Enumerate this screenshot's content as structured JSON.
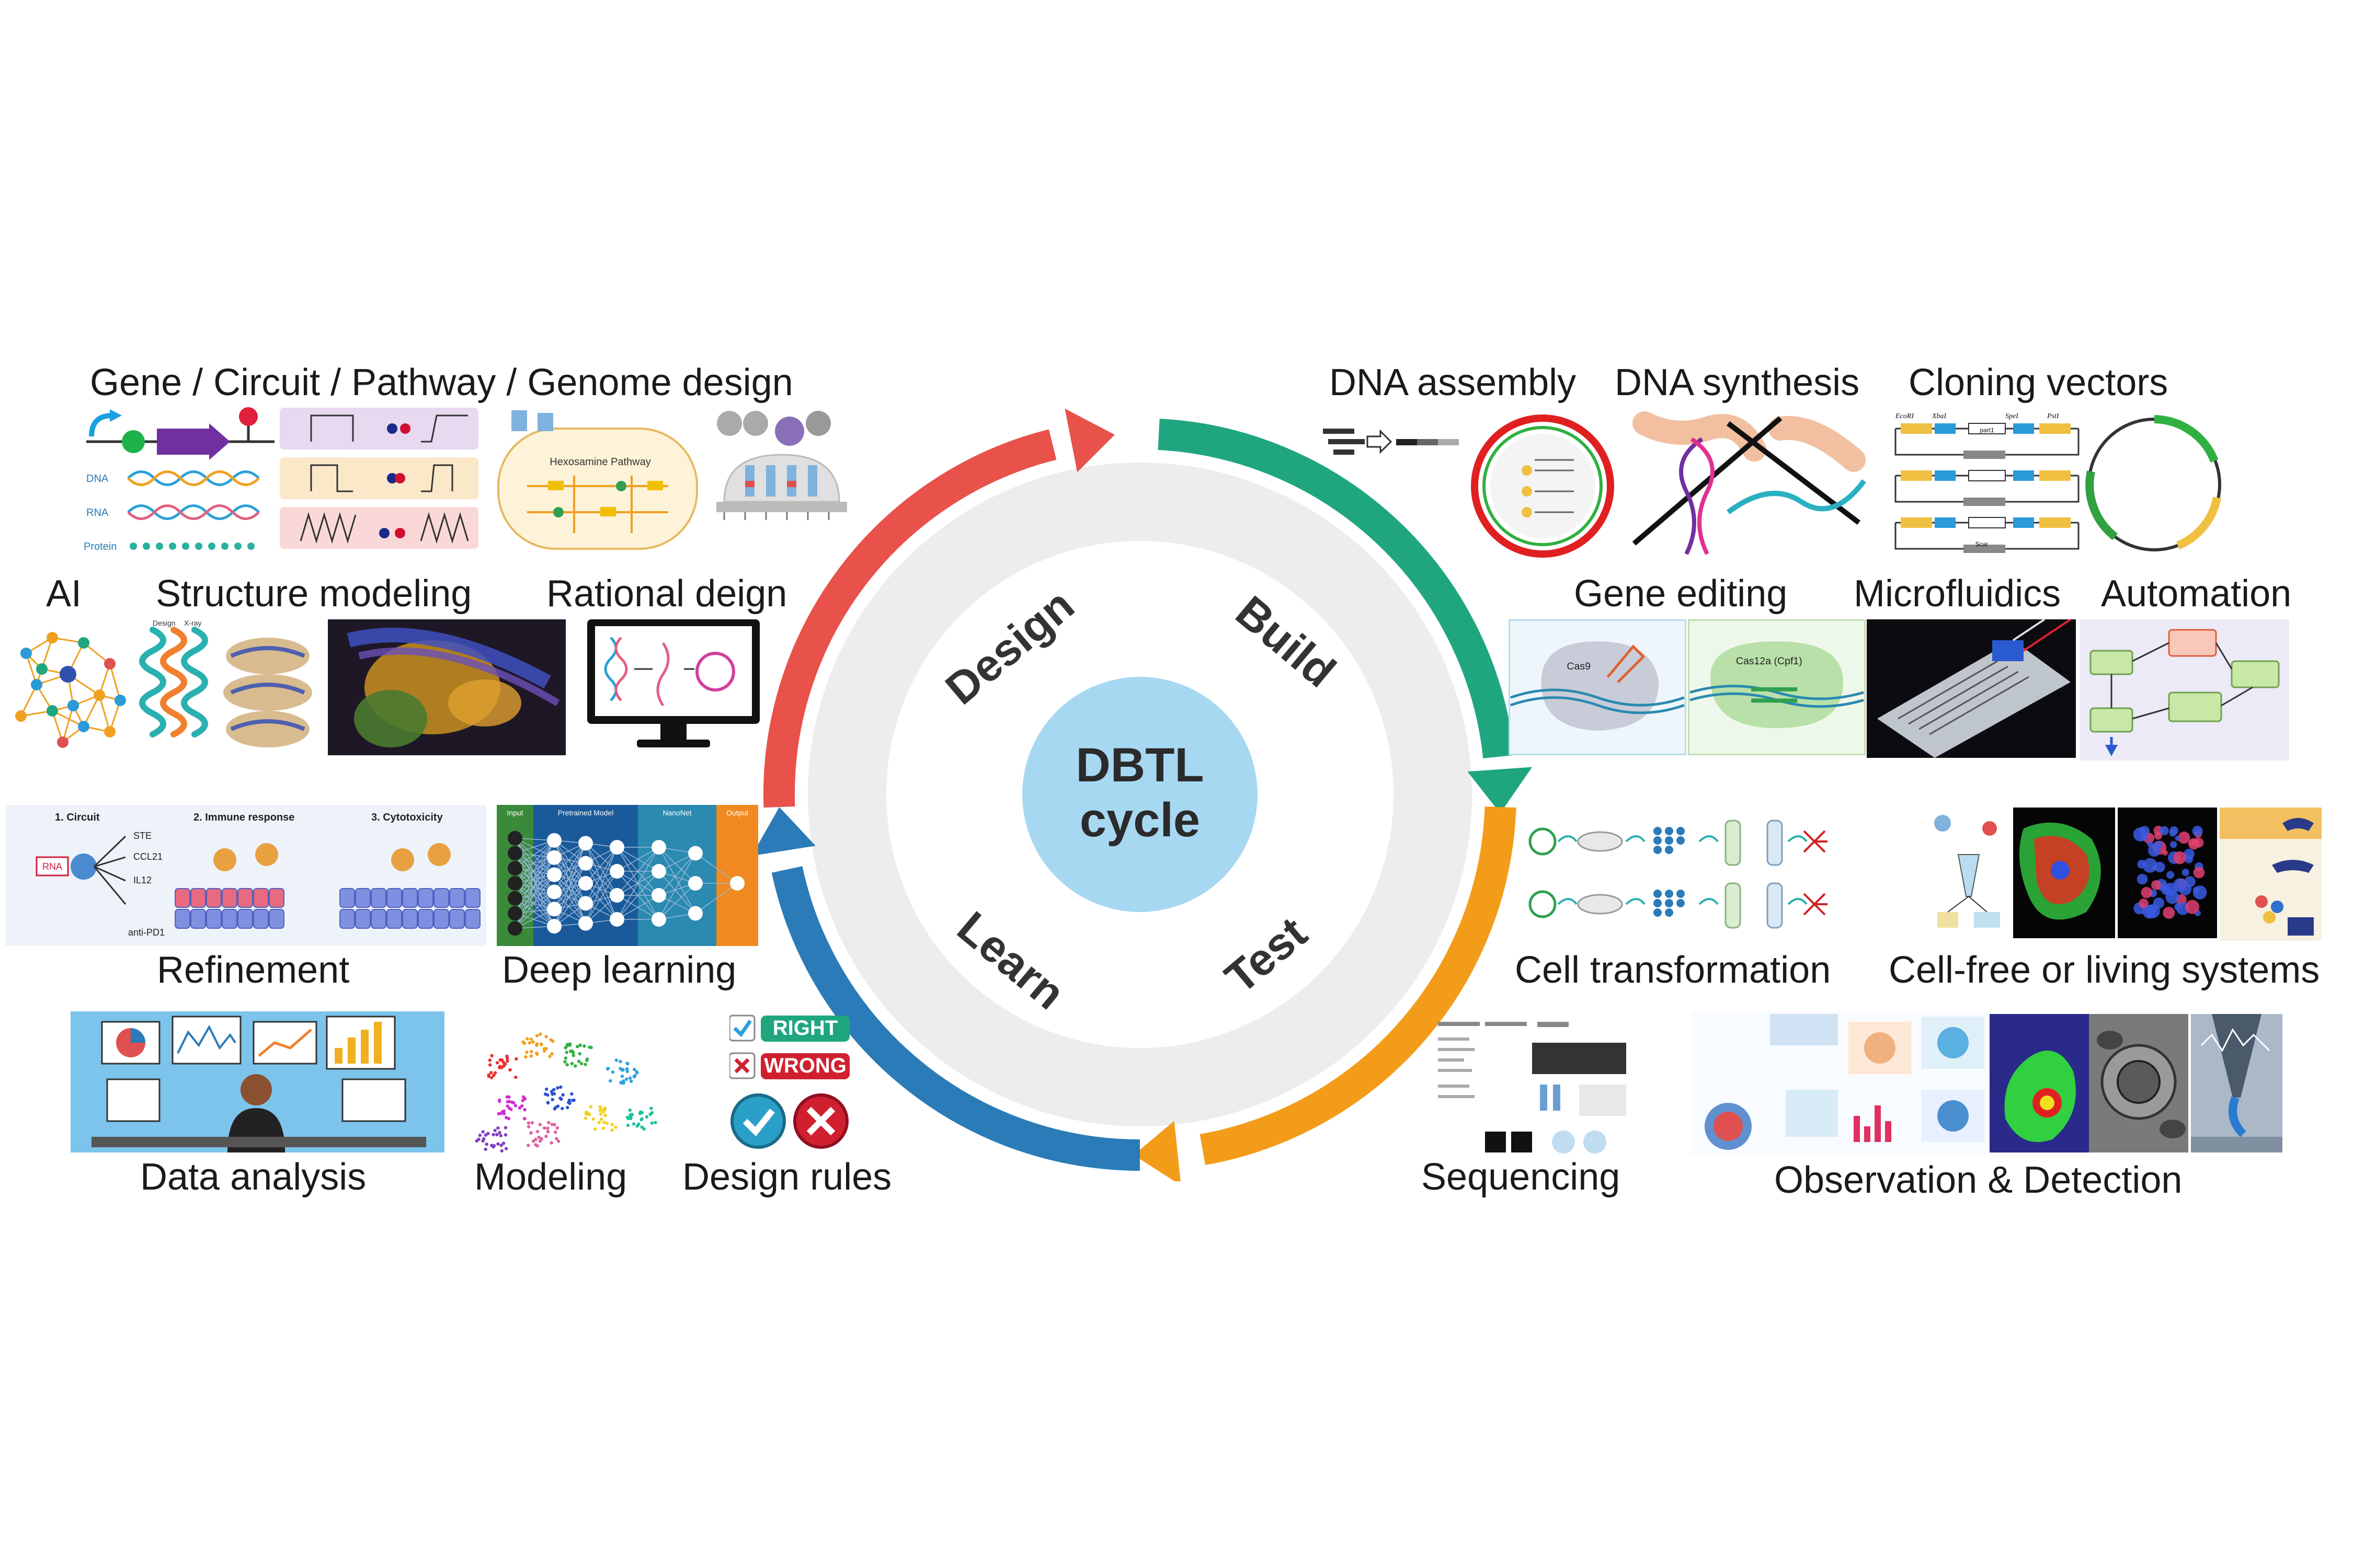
{
  "center": {
    "line1": "DBTL",
    "line2": "cycle"
  },
  "phases": {
    "design": "Design",
    "build": "Build",
    "test": "Test",
    "learn": "Learn"
  },
  "colors": {
    "design": "#e8524a",
    "build": "#1fa67f",
    "test": "#f39c1a",
    "learn": "#2a7bb8",
    "core": "#a7d8f2",
    "ring": "#ededed"
  },
  "labels": {
    "gene_design": "Gene / Circuit / Pathway / Genome design",
    "ai": "AI",
    "structure_modeling": "Structure modeling",
    "rational_design": "Rational deign",
    "refinement": "Refinement",
    "deep_learning": "Deep learning",
    "data_analysis": "Data analysis",
    "modeling": "Modeling",
    "design_rules": "Design rules",
    "dna_assembly": "DNA assembly",
    "dna_synthesis": "DNA synthesis",
    "cloning_vectors": "Cloning vectors",
    "gene_editing": "Gene editing",
    "microfluidics": "Microfluidics",
    "automation": "Automation",
    "cell_transformation": "Cell transformation",
    "cell_free": "Cell-free or living systems",
    "sequencing": "Sequencing",
    "observation": "Observation & Detection"
  },
  "panel_text": {
    "dna": "DNA",
    "rna": "RNA",
    "protein": "Protein",
    "design_key": "Design",
    "xray_key": "X-ray",
    "circuit": "1. Circuit",
    "immune": "2. Immune response",
    "cytotox": "3. Cytotoxicity",
    "ste": "STE",
    "ccl21": "CCL21",
    "il12": "IL12",
    "antipd1": "anti-PD1",
    "rna_box": "RNA",
    "input": "Input",
    "pretrained": "Pretrained Model",
    "nanonet": "NanoNet",
    "output": "Output",
    "right": "RIGHT",
    "wrong": "WRONG",
    "cas9": "Cas9",
    "cas12a": "Cas12a (Cpf1)",
    "hexosamine": "Hexosamine Pathway",
    "ecori": "EcoRI",
    "xbai": "XbaI",
    "spei": "SpeI",
    "psti": "PstI",
    "part1": "part1",
    "scar": "Scar"
  }
}
